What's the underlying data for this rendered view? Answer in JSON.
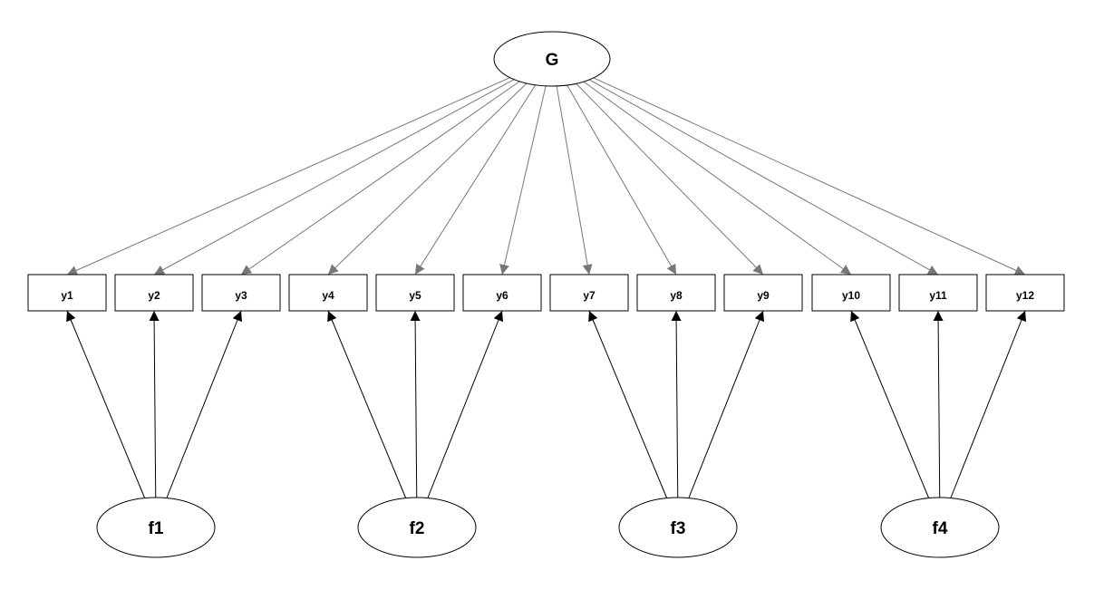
{
  "diagram": {
    "type": "bifactor-path-diagram",
    "general_factor": {
      "label": "G"
    },
    "group_factors": [
      {
        "label": "f1",
        "indicators": [
          "y1",
          "y2",
          "y3"
        ]
      },
      {
        "label": "f2",
        "indicators": [
          "y4",
          "y5",
          "y6"
        ]
      },
      {
        "label": "f3",
        "indicators": [
          "y7",
          "y8",
          "y9"
        ]
      },
      {
        "label": "f4",
        "indicators": [
          "y10",
          "y11",
          "y12"
        ]
      }
    ],
    "observed": [
      "y1",
      "y2",
      "y3",
      "y4",
      "y5",
      "y6",
      "y7",
      "y8",
      "y9",
      "y10",
      "y11",
      "y12"
    ],
    "colors": {
      "general_paths": "#777777",
      "group_paths": "#000000",
      "node_stroke": "#000000",
      "background": "#ffffff"
    }
  }
}
